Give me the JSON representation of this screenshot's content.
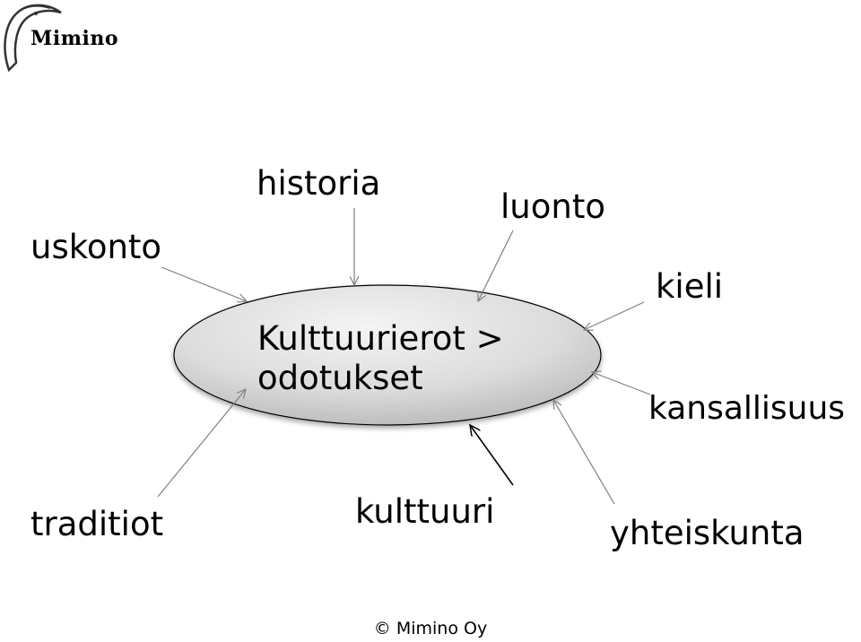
{
  "logo": {
    "name": "Mimino"
  },
  "center": {
    "line1": "Kulttuurierot >",
    "line2": "odotukset"
  },
  "labels": {
    "uskonto": "uskonto",
    "historia": "historia",
    "luonto": "luonto",
    "kieli": "kieli",
    "kansallisuus": "kansallisuus",
    "traditiot": "traditiot",
    "kulttuuri": "kulttuuri",
    "yhteiskunta": "yhteiskunta"
  },
  "footer": {
    "copyright": "© Mimino Oy"
  },
  "colors": {
    "ellipse_fill_light": "#f2f2f2",
    "ellipse_fill_dark": "#bfbfbf",
    "arrow": "#808080",
    "arrow_bold": "#000000"
  }
}
